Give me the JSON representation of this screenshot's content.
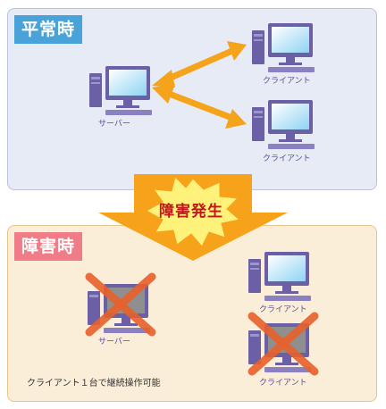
{
  "normal": {
    "title": "平常時",
    "server_label": "サーバー",
    "client_label_top": "クライアント",
    "client_label_bottom": "クライアント"
  },
  "event": {
    "label": "障害発生"
  },
  "failure": {
    "title": "障害時",
    "server_label": "サーバー",
    "client_label_top": "クライアント",
    "client_label_bottom": "クライアント",
    "note": "クライアント１台で継続操作可能"
  },
  "colors": {
    "normal_label_bg": "#4aa3d8",
    "failure_label_bg": "#ef7c86",
    "arrow": "#f5a31a",
    "cross": "#e8612c"
  }
}
